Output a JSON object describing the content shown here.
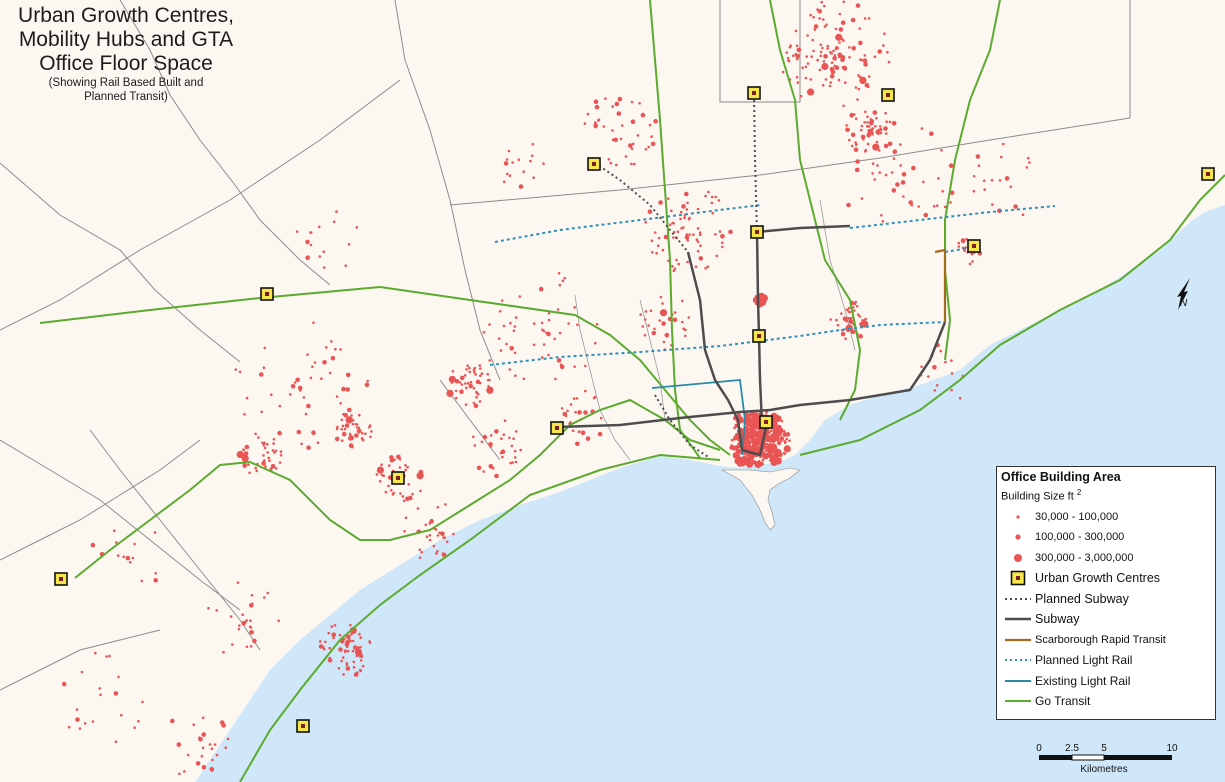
{
  "title": {
    "line1": "Urban Growth Centres,",
    "line2": "Mobility Hubs and GTA",
    "line3": "Office Floor Space",
    "sub1": "(Showing Rail Based Built and",
    "sub2": "Planned Transit)"
  },
  "colors": {
    "land": "#fcf7f1",
    "water": "#cfe7f8",
    "boundary": "#8c8c8c",
    "office_dot": "#e95454",
    "ugc_fill": "#f7e64a",
    "go_transit": "#5caa2e",
    "subway": "#4d4d4d",
    "planned_subway": "#4d4d4d",
    "scarborough_rt": "#a36b1f",
    "planned_lrt": "#2f90b8",
    "existing_lrt": "#2b8aa8"
  },
  "legend": {
    "title": "Office Building Area",
    "subtitle": "Building Size ft",
    "subtitle_sup": "2",
    "items": [
      {
        "label": "30,000 - 100,000",
        "symbol": "dot-small"
      },
      {
        "label": "100,000 - 300,000",
        "symbol": "dot-medium"
      },
      {
        "label": "300,000 - 3,000,000",
        "symbol": "dot-large"
      },
      {
        "label": "Urban Growth Centres",
        "symbol": "ugc-square"
      },
      {
        "label": "Planned Subway",
        "symbol": "line-dotted-dark"
      },
      {
        "label": "Subway",
        "symbol": "line-solid-dark"
      },
      {
        "label": "Scarborough Rapid Transit",
        "symbol": "line-solid-brown"
      },
      {
        "label": "Planned Light Rail",
        "symbol": "line-dotted-blue"
      },
      {
        "label": "Existing Light Rail",
        "symbol": "line-solid-blue"
      },
      {
        "label": "Go Transit",
        "symbol": "line-solid-green"
      }
    ]
  },
  "scale": {
    "ticks": [
      "0",
      "2.5",
      "5",
      "10"
    ],
    "unit": "Kilometres"
  },
  "north_arrow": {
    "label": "N",
    "icon": "north-arrow-icon"
  }
}
